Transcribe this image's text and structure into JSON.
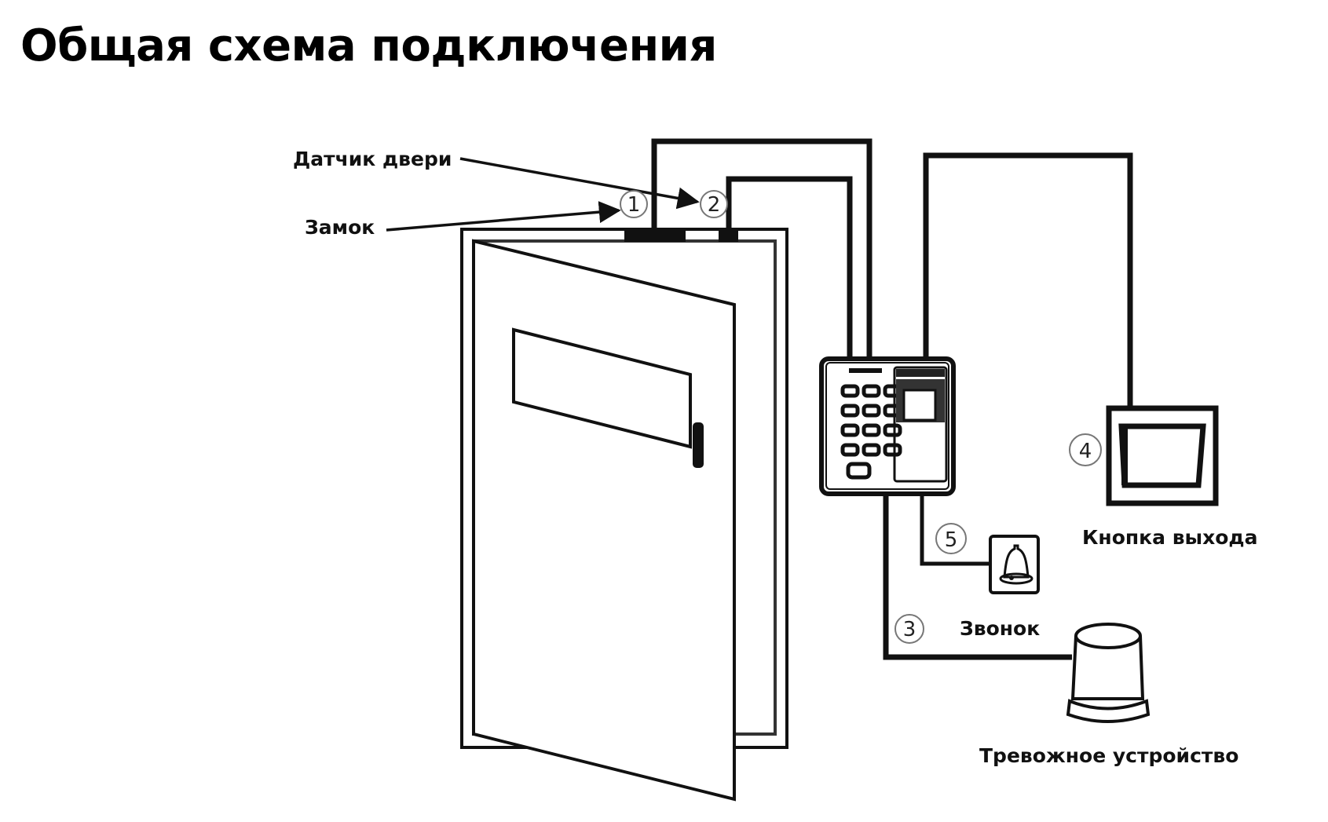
{
  "title": "Общая схема подключения",
  "labels": {
    "door_sensor": "Датчик двери",
    "lock": "Замок",
    "exit_button": "Кнопка выхода",
    "bell": "Звонок",
    "alarm": "Тревожное устройство"
  },
  "markers": {
    "lock": "1",
    "door_sensor": "2",
    "alarm": "3",
    "exit_button": "4",
    "bell": "5"
  },
  "colors": {
    "line": "#111111",
    "background": "#ffffff"
  }
}
